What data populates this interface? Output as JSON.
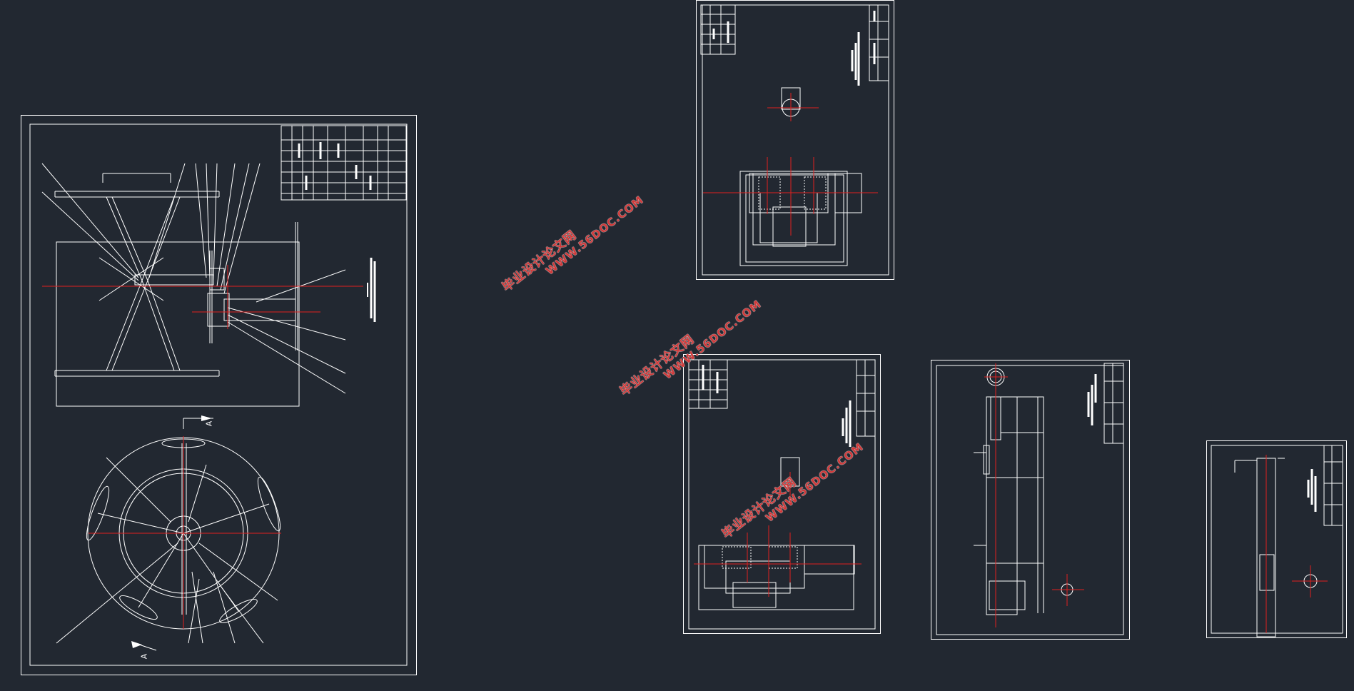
{
  "colors": {
    "background": "#222831",
    "line": "#ffffff",
    "centerline": "#e02020",
    "watermark": "#d03a3a"
  },
  "watermarks": [
    {
      "line1": "毕业设计论文网",
      "line2": "WWW.56DOC.COM"
    },
    {
      "line1": "毕业设计论文网",
      "line2": "WWW.56DOC.COM"
    },
    {
      "line1": "毕业设计论文网",
      "line2": "WWW.56DOC.COM"
    }
  ],
  "section_labels": {
    "top_arrow": "A",
    "bottom_arrow": "A"
  }
}
